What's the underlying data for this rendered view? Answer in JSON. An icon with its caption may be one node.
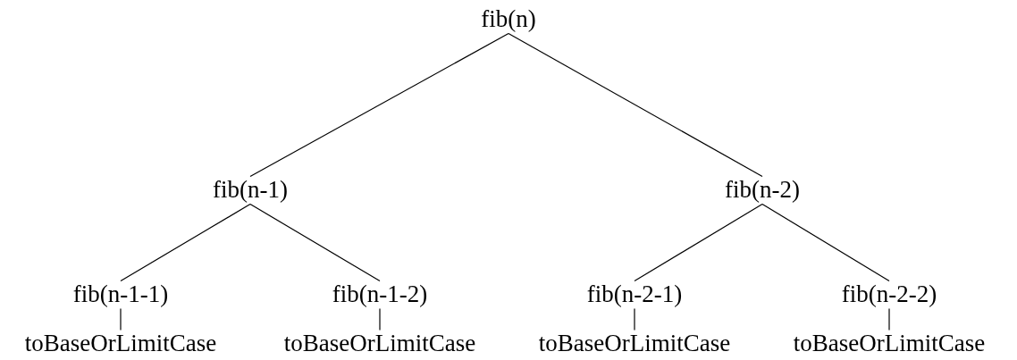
{
  "diagram": {
    "nodes": [
      {
        "text": [
          "fib(n)"
        ]
      },
      {
        "text": [
          "fib(n-1)"
        ]
      },
      {
        "text": [
          "fib(n-2)"
        ]
      },
      {
        "text": [
          "fib(n-1-1)"
        ]
      },
      {
        "text": [
          "fib(n-1-2)"
        ]
      },
      {
        "text": [
          "fib(n-2-1)"
        ]
      },
      {
        "text": [
          "fib(n-2-2)"
        ]
      },
      {
        "text": [
          "toBaseOrLimitCase"
        ]
      },
      {
        "text": [
          "toBaseOrLimitCase"
        ]
      },
      {
        "text": [
          "toBaseOrLimitCase"
        ]
      },
      {
        "text": [
          "toBaseOrLimitCase"
        ]
      }
    ],
    "edges": [
      {
        "from": 0,
        "to": 1,
        "arrow": "none"
      },
      {
        "from": 0,
        "to": 2,
        "arrow": "none"
      },
      {
        "from": 1,
        "to": 3,
        "arrow": "none"
      },
      {
        "from": 1,
        "to": 4,
        "arrow": "none"
      },
      {
        "from": 2,
        "to": 5,
        "arrow": "none"
      },
      {
        "from": 2,
        "to": 6,
        "arrow": "none"
      },
      {
        "from": 3,
        "to": 7,
        "arrow": "none"
      },
      {
        "from": 4,
        "to": 8,
        "arrow": "none"
      },
      {
        "from": 5,
        "to": 9,
        "arrow": "none"
      },
      {
        "from": 6,
        "to": 10,
        "arrow": "none"
      }
    ]
  }
}
